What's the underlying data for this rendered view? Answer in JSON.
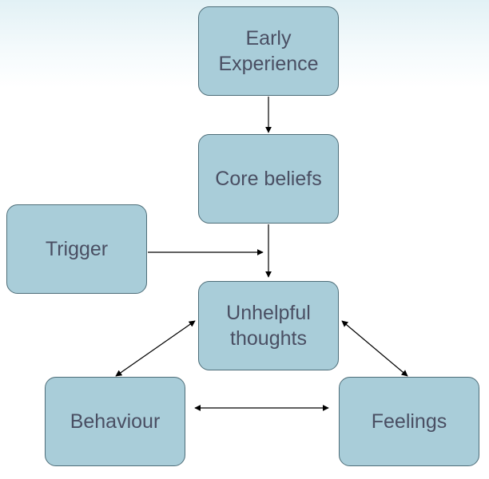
{
  "diagram": {
    "nodes": {
      "early_experience": {
        "label_line1": "Early",
        "label_line2": "Experience"
      },
      "core_beliefs": {
        "label": "Core beliefs"
      },
      "trigger": {
        "label": "Trigger"
      },
      "unhelpful_thoughts": {
        "label_line1": "Unhelpful",
        "label_line2": "thoughts"
      },
      "behaviour": {
        "label": "Behaviour"
      },
      "feelings": {
        "label": "Feelings"
      }
    },
    "edges": [
      {
        "from": "Early Experience",
        "to": "Core beliefs",
        "direction": "one-way"
      },
      {
        "from": "Core beliefs",
        "to": "Unhelpful thoughts",
        "direction": "one-way"
      },
      {
        "from": "Trigger",
        "to": "Unhelpful thoughts",
        "direction": "one-way"
      },
      {
        "from": "Unhelpful thoughts",
        "to": "Behaviour",
        "direction": "two-way"
      },
      {
        "from": "Unhelpful thoughts",
        "to": "Feelings",
        "direction": "two-way"
      },
      {
        "from": "Behaviour",
        "to": "Feelings",
        "direction": "two-way"
      }
    ],
    "colors": {
      "node_fill": "#a9cdd9",
      "node_border": "#4d6d78",
      "text": "#4a4f63",
      "arrow": "#000000"
    }
  }
}
